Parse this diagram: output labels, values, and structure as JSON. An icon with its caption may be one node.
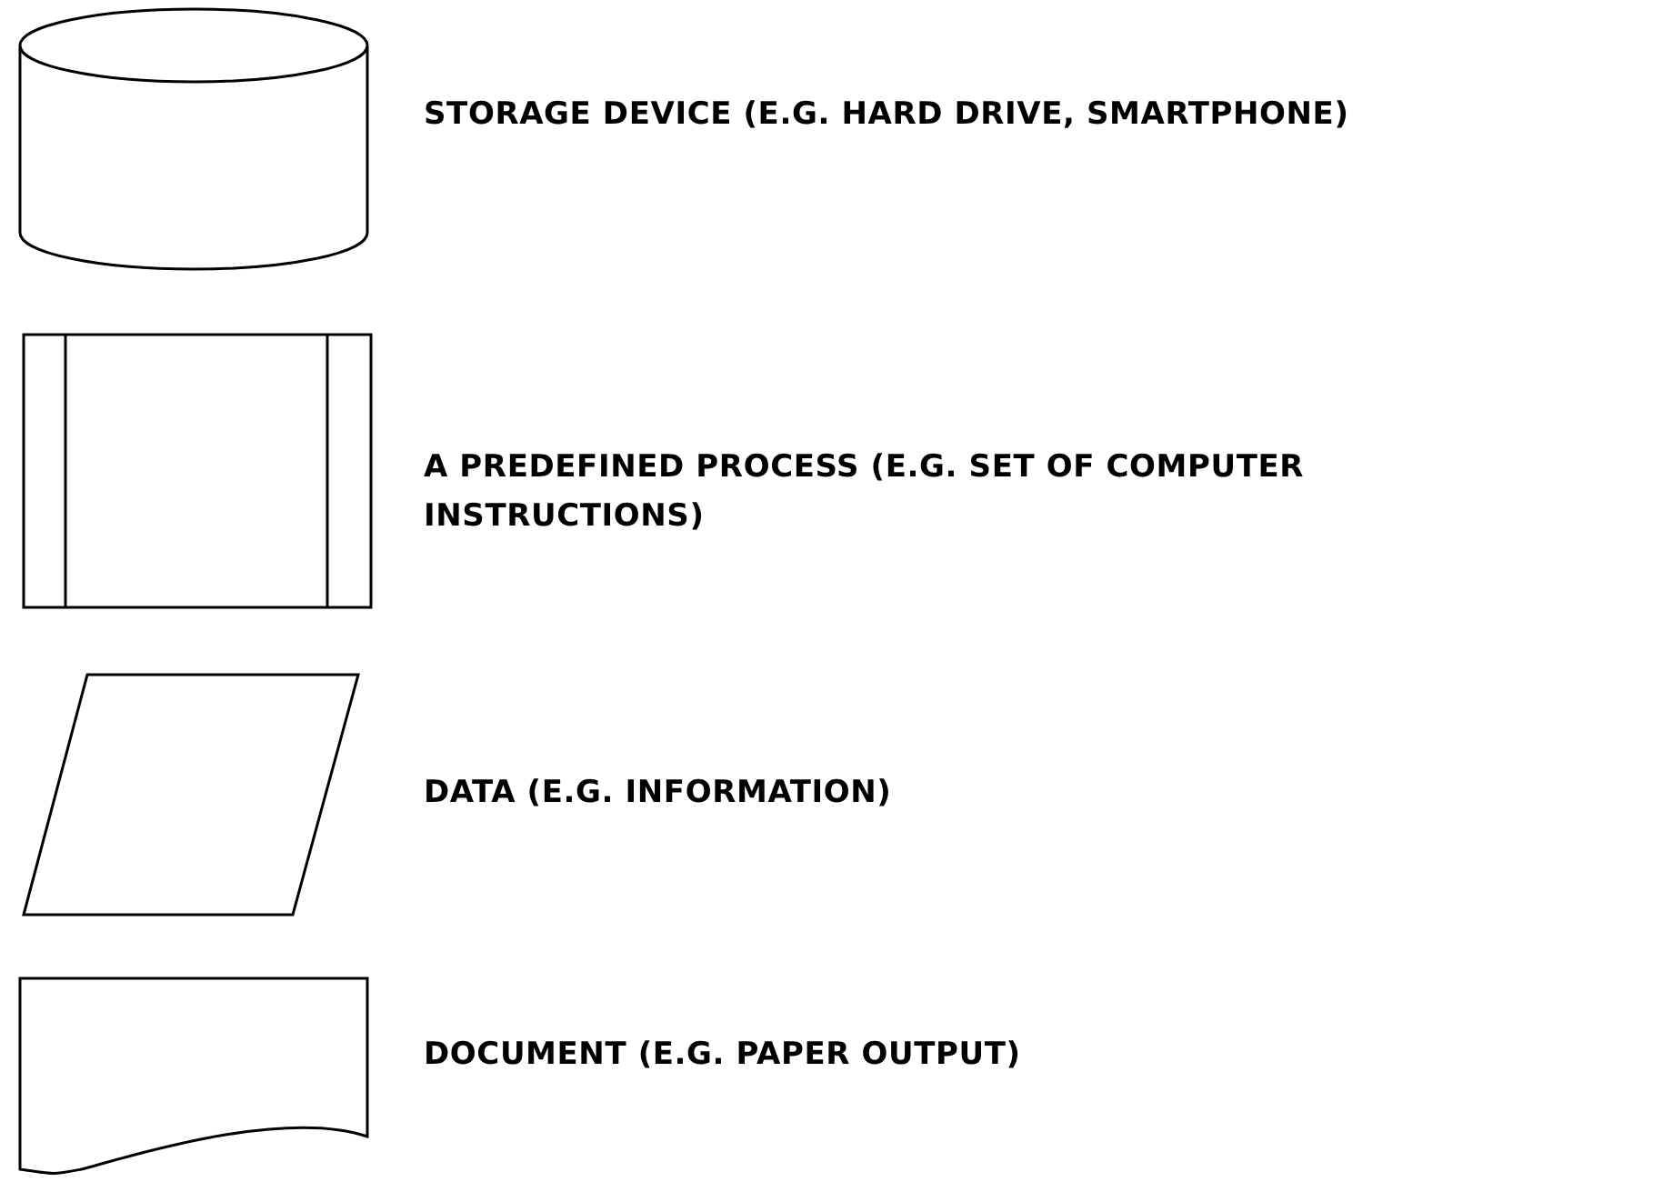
{
  "diagram": {
    "nodes": [
      {
        "text": [],
        "shape": "cylinder",
        "beside": [
          "STORAGE DEVICE (E.G. HARD DRIVE, SMARTPHONE)"
        ]
      },
      {
        "text": [],
        "shape": "box",
        "beside": [
          "A PREDEFINED PROCESS (E.G. SET OF COMPUTER INSTRUCTIONS)"
        ]
      },
      {
        "text": [],
        "shape": "parallelogram",
        "beside": [
          "DATA (E.G. INFORMATION)"
        ]
      },
      {
        "text": [],
        "shape": "document",
        "beside": [
          "DOCUMENT (E.G. PAPER OUTPUT)"
        ]
      }
    ]
  }
}
